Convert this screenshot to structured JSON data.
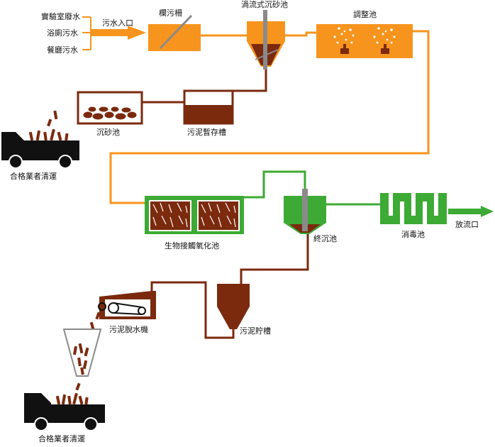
{
  "inputs": [
    "實驗室廢水",
    "浴廁污水",
    "餐廳污水"
  ],
  "labels": {
    "inlet": "污水入口",
    "screen": "欄污柵",
    "vortex_grit": "渦流式沉砂池",
    "equalization": "調整池",
    "grit_tank": "沉砂池",
    "sludge_temp": "污泥暫存槽",
    "contractor_top": "合格業者清運",
    "bio_contact": "生物接觸氧化池",
    "final_clarifier": "終沉池",
    "disinfection": "消毒池",
    "discharge": "放流口",
    "dewatering": "污泥脫水機",
    "sludge_storage": "污泥貯槽",
    "contractor_bottom": "合格業者清運"
  },
  "colors": {
    "orange": "#F7941D",
    "sludge": "#7B2A0E",
    "green": "#3DAA35",
    "gray": "#8A8A8A",
    "black": "#111111"
  }
}
